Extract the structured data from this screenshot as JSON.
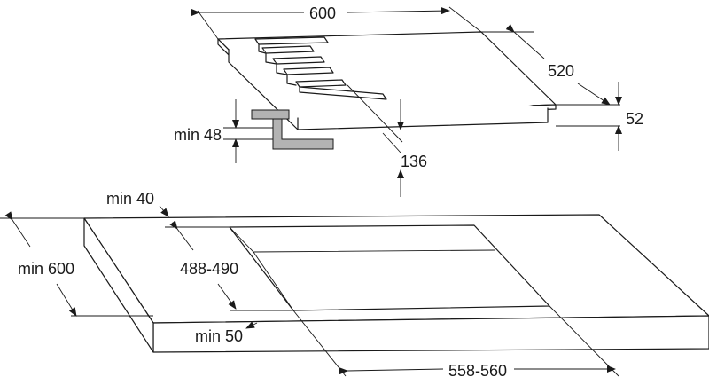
{
  "dimensions": {
    "hob_width": "600",
    "hob_depth": "520",
    "hob_height": "52",
    "clearance_above": "136",
    "min_side_gap": "min 48",
    "min_rear_gap": "min 40",
    "worktop_depth": "min 600",
    "cutout_depth": "488-490",
    "min_front_gap": "min 50",
    "cutout_width": "558-560"
  }
}
